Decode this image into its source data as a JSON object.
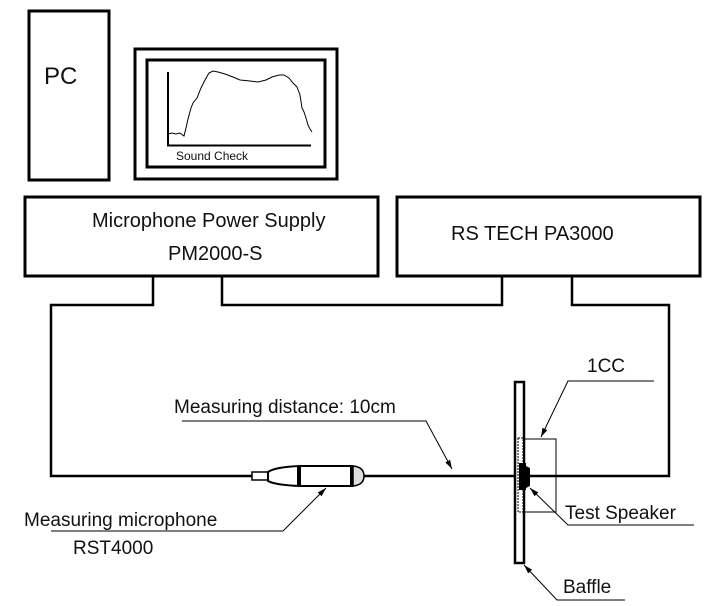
{
  "diagram": {
    "title": "Microphone sensitivity test setup",
    "colors": {
      "stroke": "#000000",
      "text": "#111111",
      "background": "#ffffff"
    },
    "components": {
      "pc": {
        "label": "PC"
      },
      "monitor": {
        "screen_caption": "Sound Check",
        "curve_label": "frequency-response-curve"
      },
      "power_supply": {
        "line1": "Microphone Power Supply",
        "line2": "PM2000-S"
      },
      "amplifier": {
        "label": "RS TECH PA3000"
      },
      "microphone": {
        "line1": "Measuring microphone",
        "line2": "RST4000"
      },
      "speaker_box": {
        "label": "1CC"
      },
      "speaker": {
        "label": "Test Speaker"
      },
      "baffle": {
        "label": "Baffle"
      }
    },
    "annotations": {
      "distance": "Measuring distance: 10cm"
    }
  }
}
